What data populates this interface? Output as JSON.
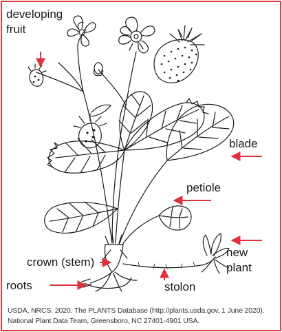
{
  "labels": {
    "developing_fruit_line1": "developing",
    "developing_fruit_line2": "fruit",
    "blade": "blade",
    "petiole": "petiole",
    "new_plant_line1": "new",
    "new_plant_line2": "plant",
    "crown": "crown (stem)",
    "roots": "roots",
    "stolon": "stolon"
  },
  "credit": {
    "line1": "USDA, NRCS. 2020. The PLANTS Database (http://plants.usda.gov, 1 June 2020).",
    "line2": "National Plant Data Team, Greensboro, NC 27401-4901 USA."
  },
  "colors": {
    "border": "#e03a43",
    "arrow": "#e0303c",
    "ink": "#1a1a1a"
  }
}
